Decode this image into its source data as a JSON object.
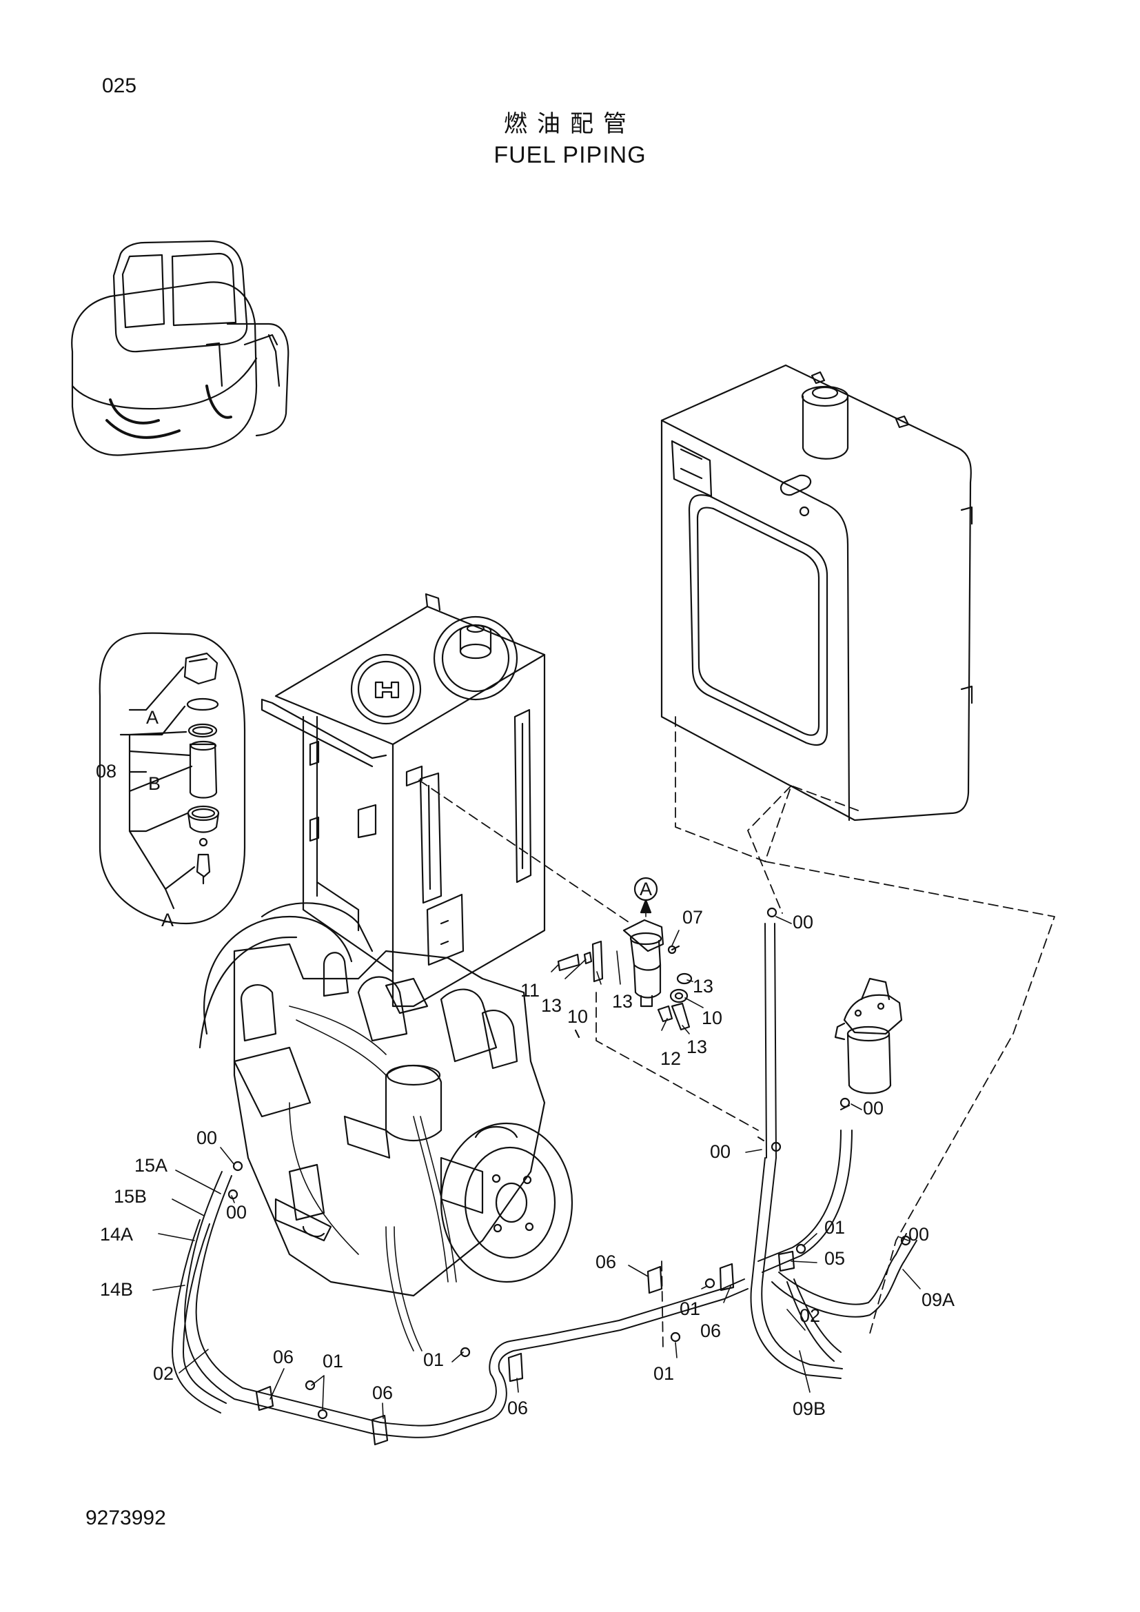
{
  "page_number": "025",
  "title_cn": "燃油配管",
  "title_en": "FUEL PIPING",
  "document_number": "9273992",
  "callouts": {
    "detail_08": "08",
    "detail_a_top": "A",
    "detail_b": "B",
    "detail_a_bottom": "A",
    "ref_a_circle": "A",
    "c07": "07",
    "c11": "11",
    "c13a": "13",
    "c10a": "10",
    "c13b": "13",
    "c13c": "13",
    "c10b": "10",
    "c12": "12",
    "c13d": "13",
    "c00a": "00",
    "c00b": "00",
    "c00c": "00",
    "c00d": "00",
    "c00e": "00",
    "c00f": "00",
    "c15a": "15A",
    "c15b": "15B",
    "c14a": "14A",
    "c14b": "14B",
    "c02a": "02",
    "c06a": "06",
    "c01a": "01",
    "c06b": "06",
    "c01b": "01",
    "c06c": "06",
    "c06d": "06",
    "c01c": "01",
    "c01d": "01",
    "c06e": "06",
    "c01e": "01",
    "c05": "05",
    "c02b": "02",
    "c09a": "09A",
    "c09b": "09B"
  }
}
